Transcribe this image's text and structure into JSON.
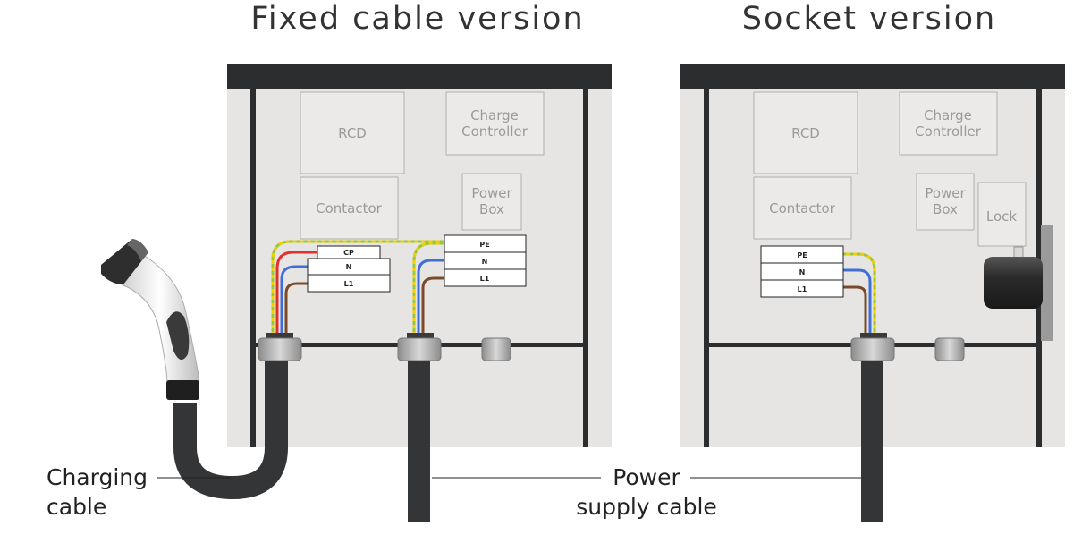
{
  "titles": {
    "fixed": "Fixed cable version",
    "socket": "Socket version"
  },
  "fixed_panel": {
    "components": {
      "rcd": "RCD",
      "charge_controller_line1": "Charge",
      "charge_controller_line2": "Controller",
      "contactor": "Contactor",
      "power_box_line1": "Power",
      "power_box_line2": "Box"
    },
    "charging_terminals": [
      "CP",
      "N",
      "L1"
    ],
    "supply_terminals": [
      "PE",
      "N",
      "L1"
    ]
  },
  "socket_panel": {
    "components": {
      "rcd": "RCD",
      "charge_controller_line1": "Charge",
      "charge_controller_line2": "Controller",
      "contactor": "Contactor",
      "power_box_line1": "Power",
      "power_box_line2": "Box",
      "lock": "Lock"
    },
    "supply_terminals": [
      "PE",
      "N",
      "L1"
    ]
  },
  "callouts": {
    "charging_cable_line1": "Charging",
    "charging_cable_line2": "cable",
    "power_supply_line1": "Power",
    "power_supply_line2": "supply cable"
  },
  "colors": {
    "panel_background": "#e6e5e3",
    "frame": "#2b2d2f",
    "cable": "#333537",
    "wire_pe": "#9bc53d",
    "wire_pe_stripe": "#f0d000",
    "wire_n": "#3f6fd6",
    "wire_l1": "#7a4a2a",
    "wire_cp": "#e03030"
  }
}
